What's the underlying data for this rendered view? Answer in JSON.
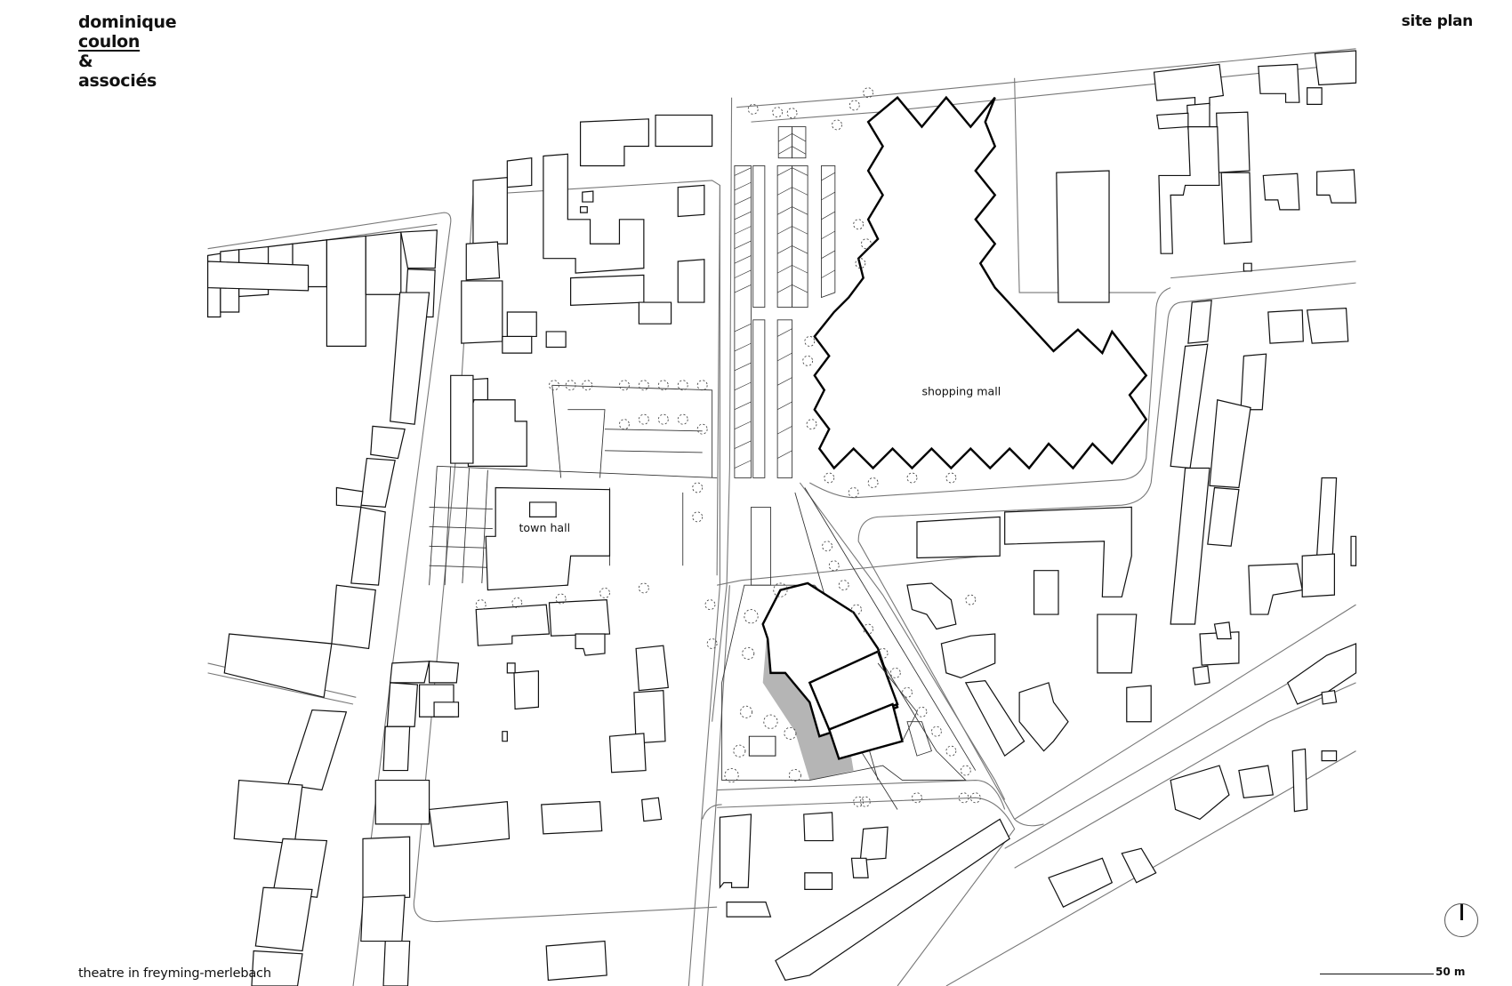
{
  "header": {
    "firm": {
      "line1": "dominique",
      "line2": "coulon",
      "line3": "&",
      "line4": "associés"
    },
    "sheet_title": "site plan"
  },
  "footer": {
    "project_title": "theatre in freyming-merlebach",
    "scale_label": "50 m"
  },
  "map": {
    "labels": {
      "shopping_mall": "shopping mall",
      "town_hall": "town hall"
    },
    "north_arrow": "north-arrow-icon"
  },
  "colors": {
    "lines": "#111111",
    "roads": "#777777",
    "shadow": "#b5b5b5",
    "background": "#ffffff"
  }
}
